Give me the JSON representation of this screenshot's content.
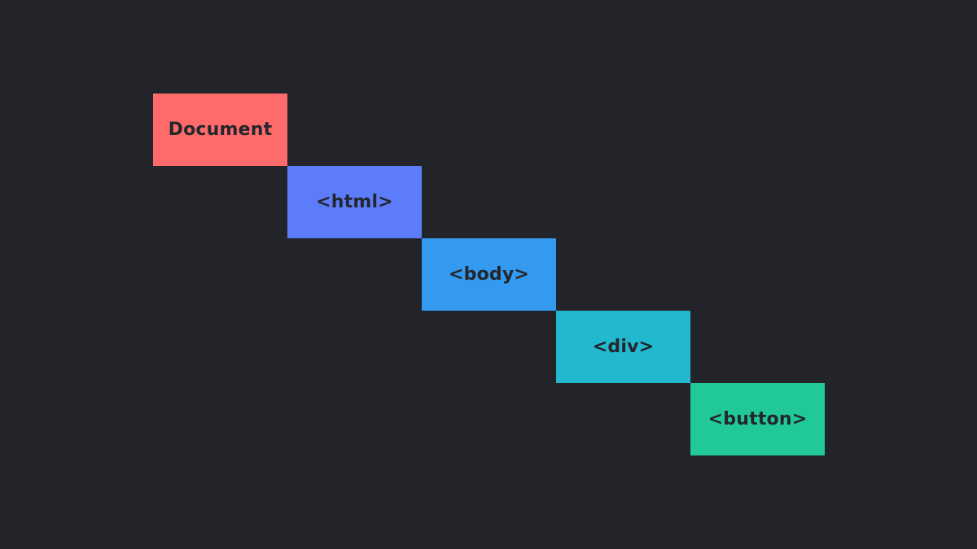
{
  "diagram": {
    "background_color": "#222429",
    "text_color": "#23262c",
    "nodes": [
      {
        "label": "Document",
        "color": "#ff6b6b"
      },
      {
        "label": "<html>",
        "color": "#5c7cfa"
      },
      {
        "label": "<body>",
        "color": "#339af0"
      },
      {
        "label": "<div>",
        "color": "#22b8cf"
      },
      {
        "label": "<button>",
        "color": "#20c997"
      }
    ]
  }
}
